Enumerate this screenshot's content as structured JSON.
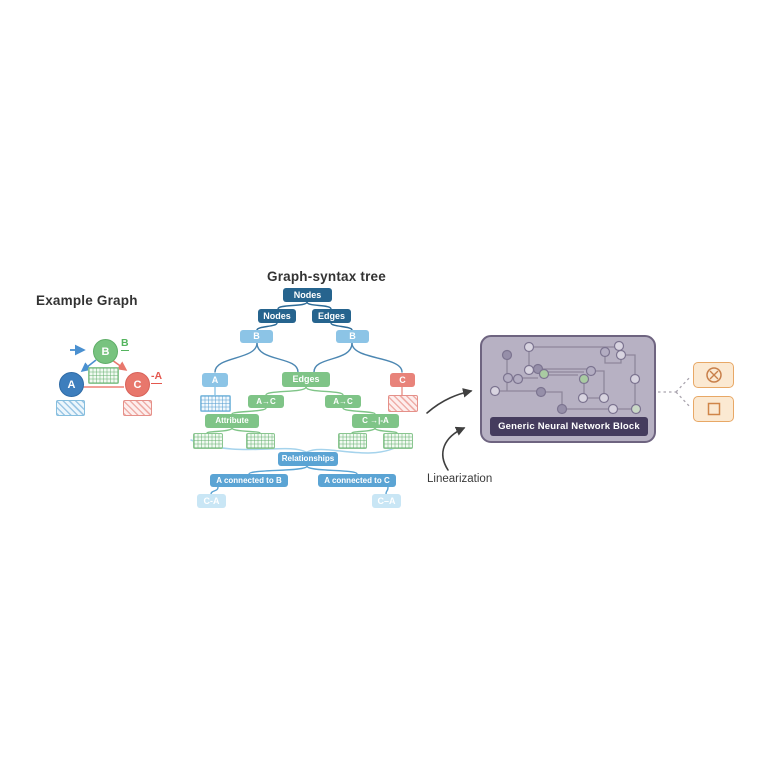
{
  "example_graph": {
    "title": "Example Graph",
    "node_a": "A",
    "node_b": "B",
    "node_c": "C",
    "label_b": "B",
    "label_c": "-A"
  },
  "syntax_tree": {
    "title": "Graph-syntax tree",
    "root": "Nodes",
    "nodes_branch": "Nodes",
    "edges_branch": "Edges",
    "b_left": "B",
    "b_right": "B",
    "a_leaf": "A",
    "edges_inner": "Edges",
    "c_leaf": "C",
    "ac_left": "A→C",
    "ac_right": "A→C",
    "attribute": "Attribute",
    "c_attribute": "C →|-A",
    "relationships": "Relationships",
    "connected_b": "A connected to B",
    "connected_c": "A connected to C",
    "ca_left": "C-A",
    "ca_right": "C–A"
  },
  "nn_block": {
    "label": "Generic Neural Network Block"
  },
  "linearization": {
    "label": "Linearization"
  },
  "output_icons": {
    "top": "circled-x-icon",
    "bottom": "square-icon"
  },
  "colors": {
    "dark_blue": "#26648e",
    "mid_blue": "#5ba4d4",
    "light_blue": "#8cc4e6",
    "pale_blue": "#c9e6f5",
    "green": "#7fc487",
    "red": "#e8837a",
    "graph_node_a": "#3d7ebd",
    "graph_node_b": "#78c37f",
    "graph_node_c": "#e8776c",
    "nn_fill": "#b7b1c3",
    "nn_border": "#6e6480",
    "nn_label_bg": "#453c5e",
    "orange_border": "#e8a866",
    "orange_fill": "#fbe9d2"
  }
}
